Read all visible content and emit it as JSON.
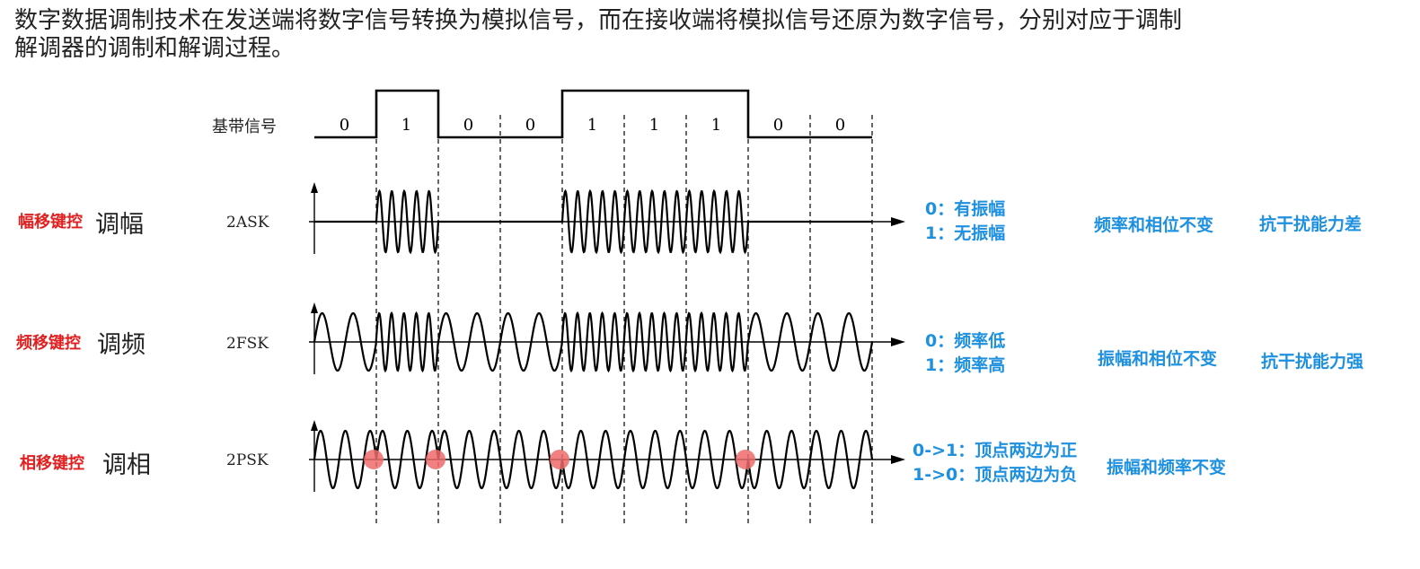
{
  "intro": {
    "line1": "数字数据调制技术在发送端将数字信号转换为模拟信号，而在接收端将模拟信号还原为数字信号，分别对应于调制",
    "line2": "解调器的调制和解调过程。"
  },
  "baseband": {
    "label": "基带信号",
    "bits": [
      "0",
      "1",
      "0",
      "0",
      "1",
      "1",
      "1",
      "0",
      "0"
    ]
  },
  "rows": [
    {
      "method": "幅移键控",
      "term": "调幅",
      "signal": "2ASK",
      "rule_lines": [
        "0：有振幅",
        "1：无振幅"
      ],
      "unchanged": "频率和相位不变",
      "noise": "抗干扰能力差"
    },
    {
      "method": "频移键控",
      "term": "调频",
      "signal": "2FSK",
      "rule_lines": [
        "0：频率低",
        "1：频率高"
      ],
      "unchanged": "振幅和相位不变",
      "noise": "抗干扰能力强"
    },
    {
      "method": "相移键控",
      "term": "调相",
      "signal": "2PSK",
      "rule_lines": [
        "0->1：顶点两边为正",
        "1->0：顶点两边为负"
      ],
      "unchanged": "振幅和频率不变",
      "noise": ""
    }
  ],
  "colors": {
    "text": "#222222",
    "method_label": "#e02020",
    "annotation": "#1e90e0",
    "phase_marker": "#ef6b6b"
  }
}
